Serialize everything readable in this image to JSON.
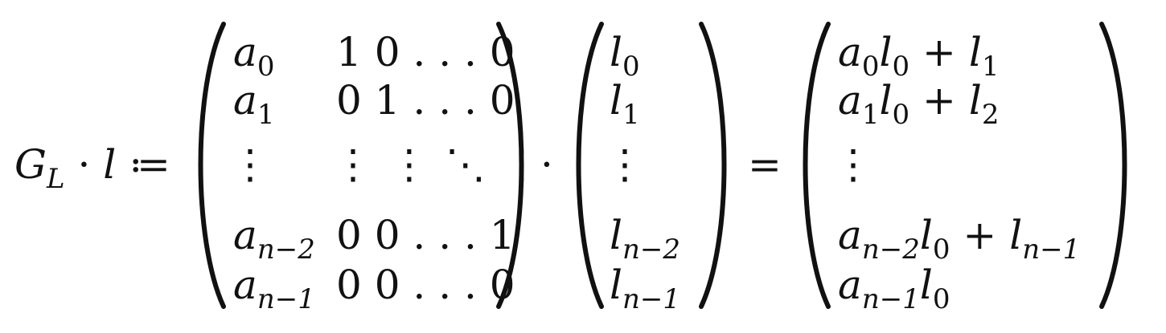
{
  "lhs": {
    "symbol": "G",
    "subscript": "L",
    "dot": "·",
    "vector": "l",
    "assign": "≔"
  },
  "matrix": {
    "rows": [
      {
        "a": "a",
        "a_sub": "0",
        "entries": "1 0 . . . 0"
      },
      {
        "a": "a",
        "a_sub": "1",
        "entries": "0 1 . . . 0"
      },
      {
        "a": "⋮",
        "a_sub": "",
        "entries": "⋮ ⋮ ⋱ ⋮"
      },
      {
        "a": "a",
        "a_sub": "n−2",
        "entries": "0 0 . . . 1"
      },
      {
        "a": "a",
        "a_sub": "n−1",
        "entries": "0 0 . . . 0"
      }
    ]
  },
  "times": "·",
  "vector_l": {
    "rows": [
      {
        "l": "l",
        "l_sub": "0"
      },
      {
        "l": "l",
        "l_sub": "1"
      },
      {
        "l": "⋮",
        "l_sub": ""
      },
      {
        "l": "l",
        "l_sub": "n−2"
      },
      {
        "l": "l",
        "l_sub": "n−1"
      }
    ]
  },
  "equals": "=",
  "result": {
    "rows": [
      {
        "a": "a",
        "a_sub": "0",
        "l0": "l",
        "l0_sub": "0",
        "plus": "+",
        "l": "l",
        "l_sub": "1"
      },
      {
        "a": "a",
        "a_sub": "1",
        "l0": "l",
        "l0_sub": "0",
        "plus": "+",
        "l": "l",
        "l_sub": "2"
      },
      {
        "a": "⋮",
        "a_sub": "",
        "l0": "",
        "l0_sub": "",
        "plus": "",
        "l": "",
        "l_sub": ""
      },
      {
        "a": "a",
        "a_sub": "n−2",
        "l0": "l",
        "l0_sub": "0",
        "plus": "+",
        "l": "l",
        "l_sub": "n−1"
      },
      {
        "a": "a",
        "a_sub": "n−1",
        "l0": "l",
        "l0_sub": "0",
        "plus": "",
        "l": "",
        "l_sub": ""
      }
    ]
  }
}
